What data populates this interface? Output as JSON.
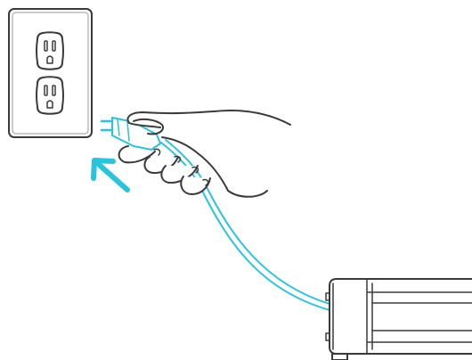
{
  "illustration": {
    "accent_color": "#29c4dc",
    "line_color": "#3a3a3a",
    "background_color": "#ffffff",
    "elements": [
      "wall-outlet",
      "hand",
      "power-plug",
      "power-cord",
      "direction-arrow",
      "device-box"
    ]
  }
}
